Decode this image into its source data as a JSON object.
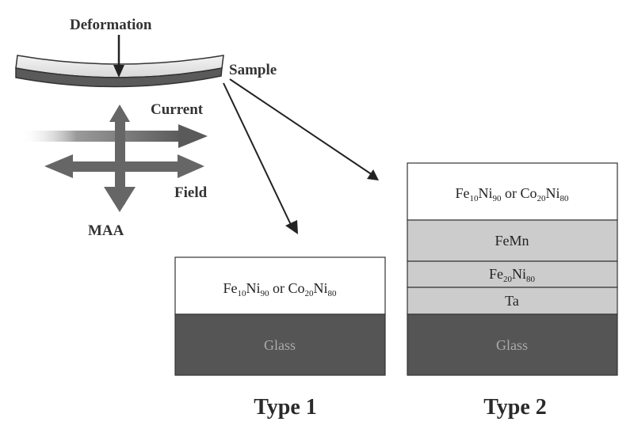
{
  "labels": {
    "deformation": "Deformation",
    "sample": "Sample",
    "current": "Current",
    "field": "Field",
    "maa": "MAA"
  },
  "type1": {
    "title": "Type 1",
    "layers": [
      {
        "base": "Fe",
        "sub1": "10",
        "mid": "Ni",
        "sub2": "90",
        "conj": " or ",
        "base2": "Co",
        "sub3": "20",
        "mid2": "Ni",
        "sub4": "80"
      },
      {
        "text": "Glass"
      }
    ]
  },
  "type2": {
    "title": "Type 2",
    "layers": [
      {
        "base": "Fe",
        "sub1": "10",
        "mid": "Ni",
        "sub2": "90",
        "conj": " or ",
        "base2": "Co",
        "sub3": "20",
        "mid2": "Ni",
        "sub4": "80"
      },
      {
        "text": "FeMn"
      },
      {
        "base": "Fe",
        "sub1": "20",
        "mid": "Ni",
        "sub2": "80"
      },
      {
        "text": "Ta"
      },
      {
        "text": "Glass"
      }
    ]
  },
  "colors": {
    "dark": "#555555",
    "gray": "#cccccc",
    "white": "#ffffff",
    "arrow": "#5a5a5a"
  }
}
